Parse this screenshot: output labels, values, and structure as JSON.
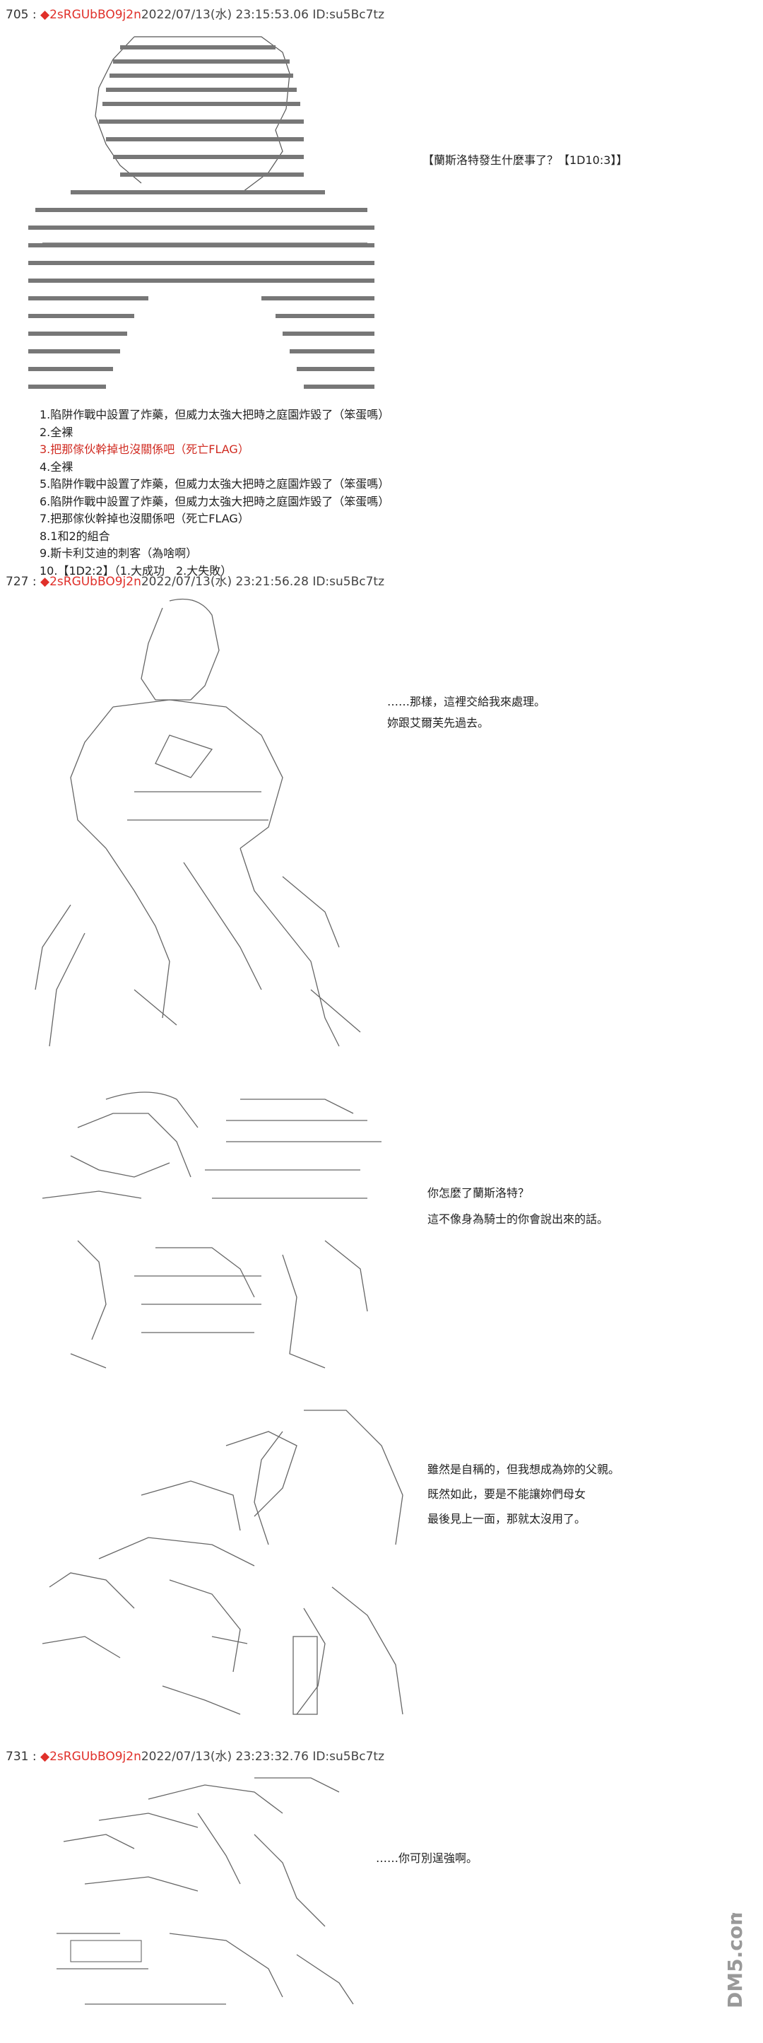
{
  "posts": [
    {
      "number": "705 :",
      "author": "2sRGUbBO9j2n",
      "date": "2022/07/13(水) 23:15:53.06",
      "id": "ID:su5Bc7tz"
    },
    {
      "number": "727 :",
      "author": "2sRGUbBO9j2n",
      "date": "2022/07/13(水) 23:21:56.28",
      "id": "ID:su5Bc7tz"
    },
    {
      "number": "731 :",
      "author": "2sRGUbBO9j2n",
      "date": "2022/07/13(水) 23:23:32.76",
      "id": "ID:su5Bc7tz"
    }
  ],
  "dialogue": {
    "q1": "【蘭斯洛特發生什麼事了？【1D10:3】】",
    "p2a": "……那樣，這裡交給我來處理。",
    "p2b": "妳跟艾爾芙先過去。",
    "p3a": "你怎麼了蘭斯洛特？",
    "p3b": "這不像身為騎士的你會說出來的話。",
    "p4a": "雖然是自稱的，但我想成為妳的父親。",
    "p4b": "既然如此，要是不能讓妳們母女",
    "p4c": "最後見上一面，那就太沒用了。",
    "p5a": "……你可別逞強啊。"
  },
  "choices": [
    "1.陷阱作戰中設置了炸藥，但威力太強大把時之庭園炸毀了（笨蛋嗎）",
    "2.全裸",
    "3.把那傢伙幹掉也沒關係吧（死亡FLAG）",
    "4.全裸",
    "5.陷阱作戰中設置了炸藥，但威力太強大把時之庭園炸毀了（笨蛋嗎）",
    "6.陷阱作戰中設置了炸藥，但威力太強大把時之庭園炸毀了（笨蛋嗎）",
    "7.把那傢伙幹掉也沒關係吧（死亡FLAG）",
    "8.1和2的組合",
    "9.斯卡利艾迪的刺客（為啥啊）",
    "10.【1D2:2】（1.大成功　2.大失敗）"
  ],
  "highlight_choice_index": 2,
  "watermark": "DM5.com",
  "colors": {
    "accent": "#e0302a",
    "text": "#222222"
  }
}
